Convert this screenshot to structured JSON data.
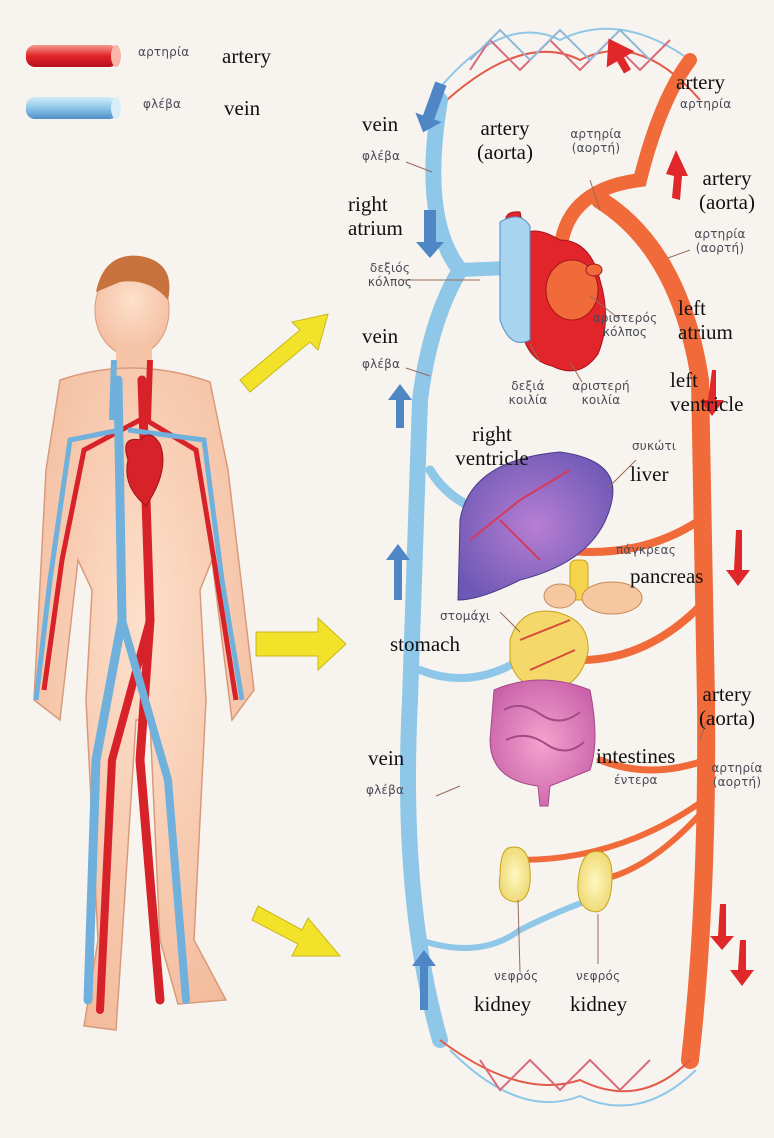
{
  "colors": {
    "artery": "#e2242b",
    "artery_light": "#f06a3a",
    "vein": "#8ec7e8",
    "vein_dark": "#4d8fc8",
    "arrow_yellow": "#f2e22a",
    "flow_arrow_red": "#e0282a",
    "flow_arrow_blue": "#4f86c6"
  },
  "legend": {
    "artery_greek": "αρτηρία",
    "artery_en": "artery",
    "vein_greek": "φλέβα",
    "vein_en": "vein"
  },
  "labels": {
    "vein_top_en": "vein",
    "vein_top_gr": "φλέβα",
    "aorta_left_en_1": "artery",
    "aorta_left_en_2": "(aorta)",
    "aorta_gr_1": "αρτηρία",
    "aorta_gr_2": "(αορτή)",
    "artery_top_right_en": "artery",
    "artery_top_right_gr": "αρτηρία",
    "aorta_right_en_1": "artery",
    "aorta_right_en_2": "(aorta)",
    "aorta_right_gr_1": "αρτηρία",
    "aorta_right_gr_2": "(αορτή)",
    "right_atrium_en_1": "right",
    "right_atrium_en_2": "atrium",
    "right_atrium_gr_1": "δεξιός",
    "right_atrium_gr_2": "κόλπος",
    "left_atrium_gr_1": "αριστερός",
    "left_atrium_gr_2": "κόλπος",
    "left_atrium_en_1": "left",
    "left_atrium_en_2": "atrium",
    "vein_mid_en": "vein",
    "vein_mid_gr": "φλέβα",
    "right_ventricle_gr_1": "δεξιά",
    "right_ventricle_gr_2": "κοιλία",
    "left_ventricle_gr_1": "αριστερή",
    "left_ventricle_gr_2": "κοιλία",
    "left_ventricle_en_1": "left",
    "left_ventricle_en_2": "ventricle",
    "right_ventricle_en_1": "right",
    "right_ventricle_en_2": "ventricle",
    "liver_gr": "συκώτι",
    "liver_en": "liver",
    "pancreas_gr": "πάγκρεας",
    "pancreas_en": "pancreas",
    "stomach_gr": "στομάχι",
    "stomach_en": "stomach",
    "aorta_low_en_1": "artery",
    "aorta_low_en_2": "(aorta)",
    "aorta_low_gr_1": "αρτηρία",
    "aorta_low_gr_2": "(αορτή)",
    "intestines_en": "intestines",
    "intestines_gr": "έντερα",
    "vein_low_en": "vein",
    "vein_low_gr": "φλέβα",
    "kidney_left_gr": "νεφρός",
    "kidney_right_gr": "νεφρός",
    "kidney_left_en": "kidney",
    "kidney_right_en": "kidney"
  }
}
